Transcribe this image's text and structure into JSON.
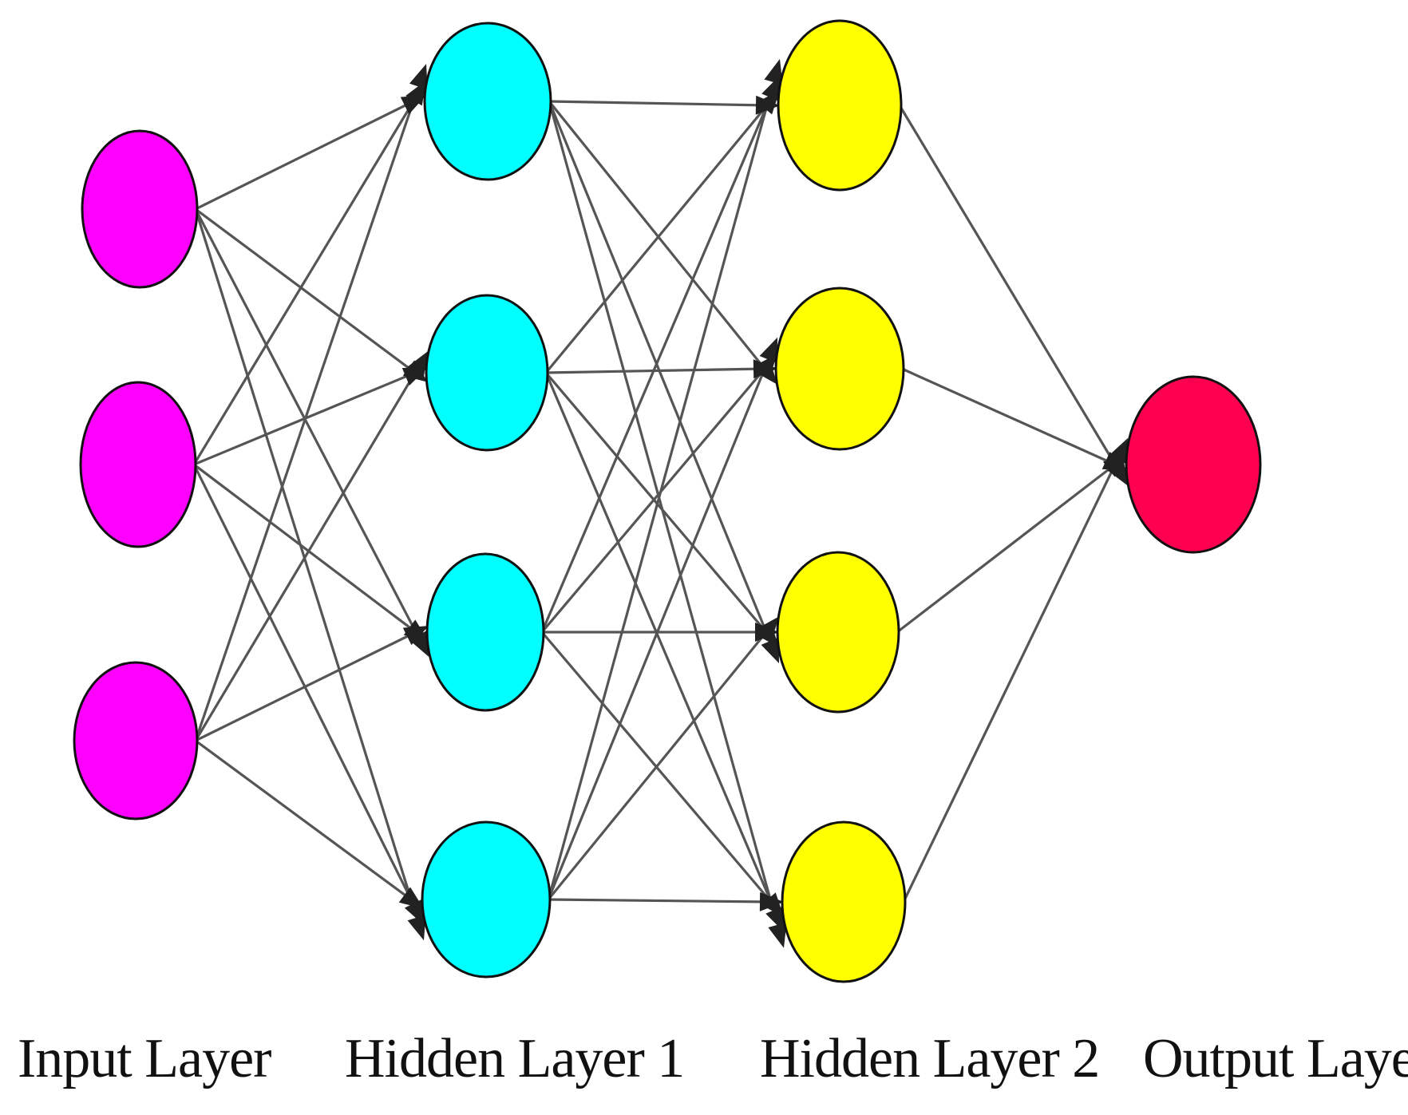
{
  "diagram": {
    "layers": [
      {
        "id": "input",
        "label": "Input Layer",
        "node_count": 3,
        "color": "#ff00ff"
      },
      {
        "id": "hidden1",
        "label": "Hidden Layer 1",
        "node_count": 4,
        "color": "#00ffff"
      },
      {
        "id": "hidden2",
        "label": "Hidden Layer 2",
        "node_count": 4,
        "color": "#ffff00"
      },
      {
        "id": "output",
        "label": "Output Layer",
        "node_count": 1,
        "color": "#ff0050"
      }
    ],
    "connections": "fully-connected",
    "edge_color": "#555555",
    "arrow_color": "#222222",
    "node_border_color": "#111111"
  }
}
